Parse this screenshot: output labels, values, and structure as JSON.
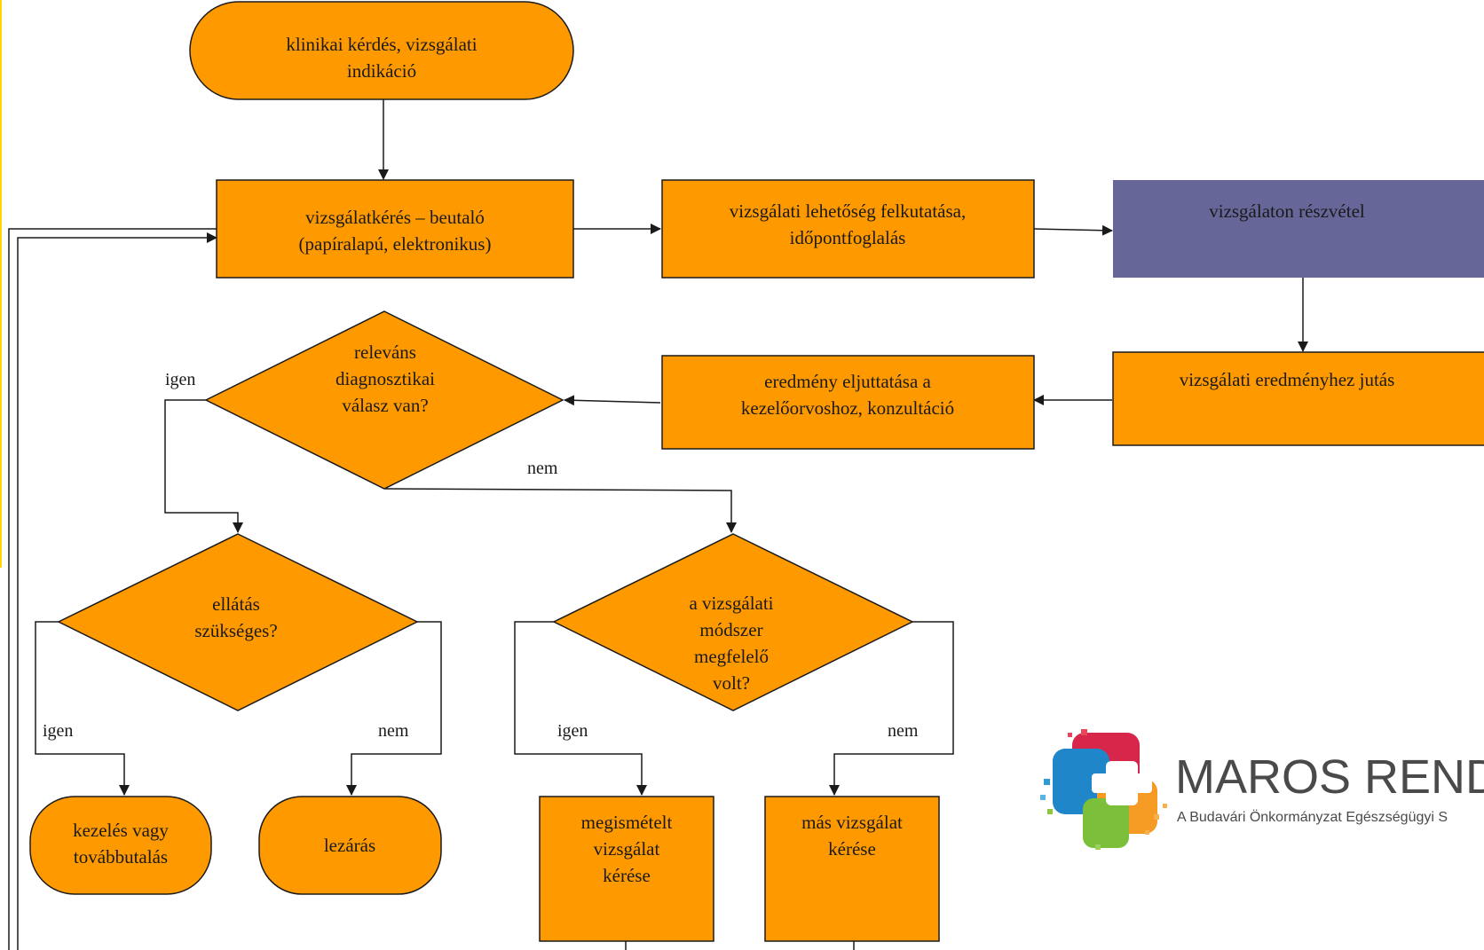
{
  "colors": {
    "node_fill": "#ff9900",
    "highlight_fill": "#666699",
    "stroke": "#1a1a1a",
    "left_rule": "#ffd700"
  },
  "nodes": {
    "start": [
      "klinikai kérdés, vizsgálati",
      "indikáció"
    ],
    "request": [
      "vizsgálatkérés – beutaló",
      "(papíralapú, elektronikus)"
    ],
    "search": [
      "vizsgálati lehetőség felkutatása,",
      "időpontfoglalás"
    ],
    "attend": [
      "vizsgálaton részvétel"
    ],
    "result": [
      "vizsgálati eredményhez jutás"
    ],
    "deliver": [
      "eredmény eljuttatása a",
      "kezelőorvoshoz, konzultáció"
    ],
    "decision_relevant": [
      "releváns",
      "diagnosztikai",
      "válasz van?"
    ],
    "decision_care": [
      "ellátás",
      "szükséges?"
    ],
    "decision_method": [
      "a vizsgálati",
      "módszer",
      "megfelelő",
      "volt?"
    ],
    "treat": [
      "kezelés vagy",
      "továbbutalás"
    ],
    "close": [
      "lezárás"
    ],
    "repeat": [
      "megismételt",
      "vizsgálat",
      "kérése"
    ],
    "other": [
      "más vizsgálat",
      "kérése"
    ]
  },
  "edge_labels": {
    "relevant_yes": "igen",
    "relevant_no": "nem",
    "care_yes": "igen",
    "care_no": "nem",
    "method_yes": "igen",
    "method_no": "nem"
  },
  "logo": {
    "name": "MAROS RENDE",
    "tagline": "A Budavári Önkormányzat Egészségügyi S"
  }
}
